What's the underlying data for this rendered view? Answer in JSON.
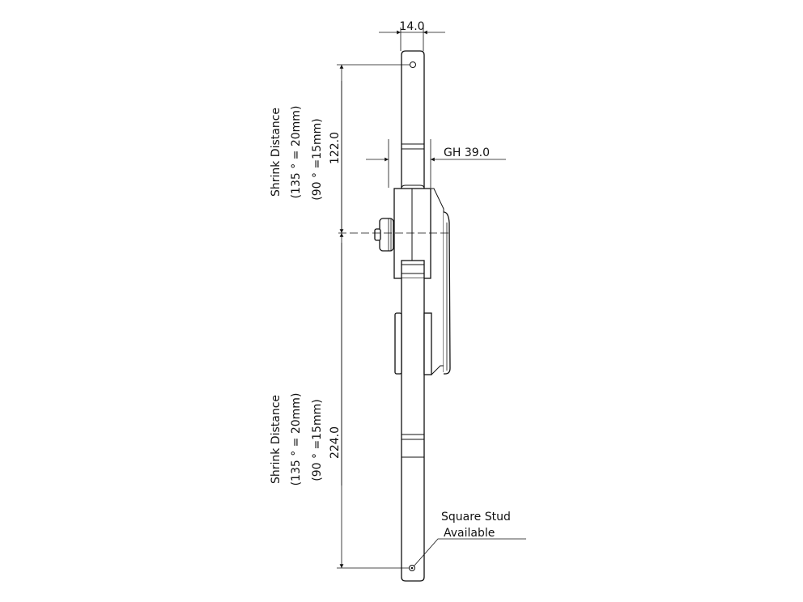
{
  "dimensions": {
    "width_top": "14.0",
    "gh": "GH 39.0",
    "upper_length": "122.0",
    "lower_length": "224.0"
  },
  "upper_note": {
    "line1": "Shrink Distance",
    "line2": "(135 ° = 20mm)",
    "line3": "(90 ° =15mm)"
  },
  "lower_note": {
    "line1": "Shrink Distance",
    "line2": "(135 ° = 20mm)",
    "line3": "(90 ° =15mm)"
  },
  "callout": {
    "line1": "Square Stud",
    "line2": "Available"
  }
}
